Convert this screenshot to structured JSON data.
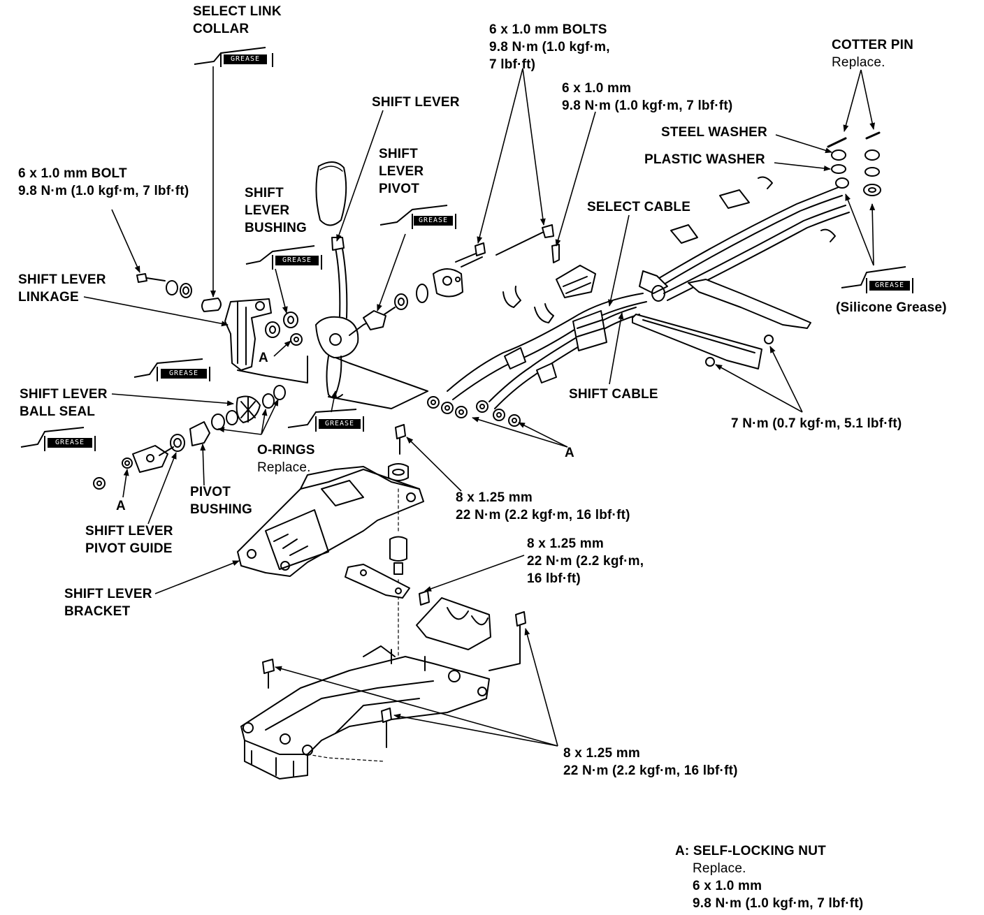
{
  "labels": {
    "select_link_collar": [
      "SELECT LINK",
      "COLLAR"
    ],
    "bolts_top": [
      "6 x 1.0 mm BOLTS",
      "9.8 N·m (1.0 kgf·m,",
      "7 lbf·ft)"
    ],
    "cotter_pin": [
      "COTTER PIN",
      "Replace."
    ],
    "shift_lever": "SHIFT LEVER",
    "bolt_6x1_top": [
      "6 x 1.0 mm",
      "9.8 N·m (1.0 kgf·m, 7 lbf·ft)"
    ],
    "steel_washer": "STEEL WASHER",
    "plastic_washer": "PLASTIC WASHER",
    "bolt_left": [
      "6 x 1.0 mm BOLT",
      "9.8 N·m (1.0 kgf·m, 7 lbf·ft)"
    ],
    "shift_lever_pivot": [
      "SHIFT",
      "LEVER",
      "PIVOT"
    ],
    "shift_lever_bushing": [
      "SHIFT",
      "LEVER",
      "BUSHING"
    ],
    "select_cable": "SELECT CABLE",
    "silicone_grease": "(Silicone Grease)",
    "shift_lever_linkage": [
      "SHIFT LEVER",
      "LINKAGE"
    ],
    "shift_cable": "SHIFT CABLE",
    "shift_lever_ball_seal": [
      "SHIFT LEVER",
      "BALL SEAL"
    ],
    "torque_7nm": "7 N·m (0.7 kgf·m, 5.1 lbf·ft)",
    "o_rings": [
      "O-RINGS",
      "Replace."
    ],
    "marker_a": "A",
    "pivot_bushing": [
      "PIVOT",
      "BUSHING"
    ],
    "bolt_8x125_a": [
      "8 x 1.25 mm",
      "22 N·m (2.2 kgf·m, 16 lbf·ft)"
    ],
    "shift_lever_pivot_guide": [
      "SHIFT LEVER",
      "PIVOT GUIDE"
    ],
    "bolt_8x125_b": [
      "8 x 1.25 mm",
      "22 N·m (2.2 kgf·m,",
      "16 lbf·ft)"
    ],
    "shift_lever_bracket": [
      "SHIFT LEVER",
      "BRACKET"
    ],
    "bolt_8x125_c": [
      "8 x 1.25 mm",
      "22 N·m (2.2 kgf·m, 16 lbf·ft)"
    ],
    "legend_a": [
      "A: SELF-LOCKING NUT",
      "Replace.",
      "6 x 1.0 mm",
      "9.8 N·m (1.0 kgf·m, 7 lbf·ft)"
    ]
  },
  "grease_tags": {
    "grease": "GREASE",
    "grease_alt": "GREASE"
  }
}
